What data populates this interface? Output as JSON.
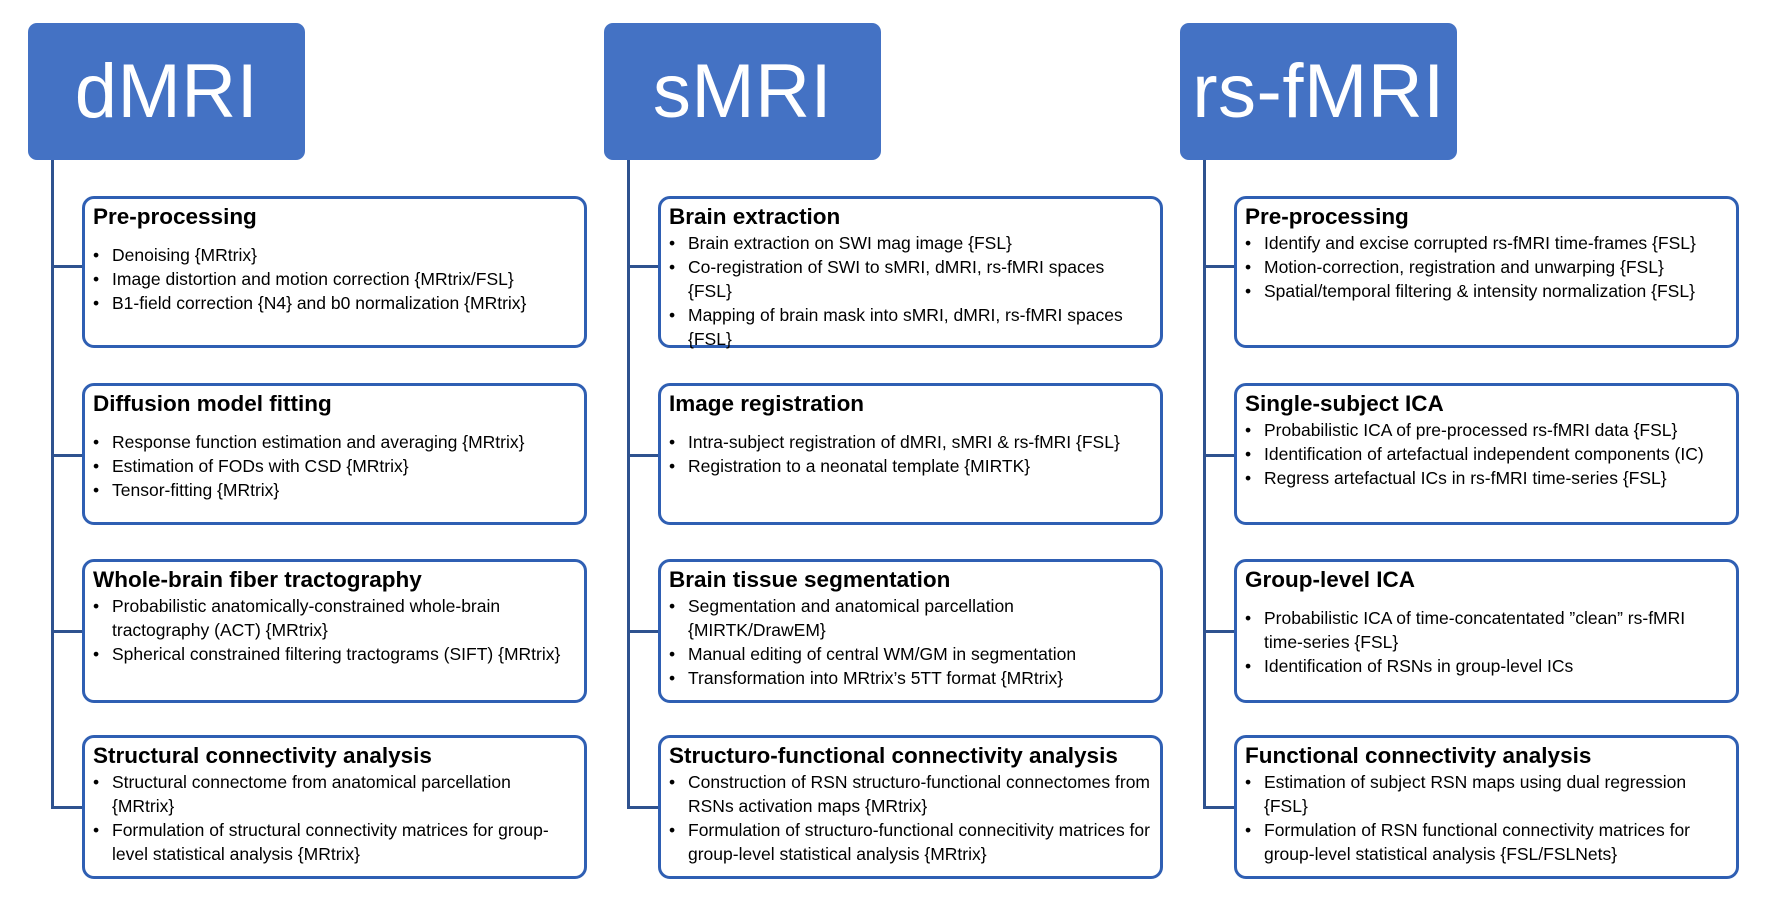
{
  "columns": [
    {
      "id": "dmri",
      "header": "dMRI",
      "boxes": [
        {
          "title": "Pre-processing",
          "items": [
            "Denoising {MRtrix}",
            "Image distortion and motion correction {MRtrix/FSL}",
            "B1-field correction {N4} and b0 normalization {MRtrix}"
          ]
        },
        {
          "title": "Diffusion model fitting",
          "items": [
            "Response function estimation and averaging {MRtrix}",
            "Estimation of FODs with CSD  {MRtrix}",
            "Tensor-fitting {MRtrix}"
          ]
        },
        {
          "title": "Whole-brain fiber tractography",
          "items": [
            "Probabilistic anatomically-constrained whole-brain tractography (ACT) {MRtrix}",
            "Spherical constrained filtering tractograms (SIFT) {MRtrix}"
          ]
        },
        {
          "title": "Structural connectivity analysis",
          "items": [
            "Structural connectome from anatomical parcellation {MRtrix}",
            "Formulation of structural connectivity matrices for group-level statistical analysis {MRtrix}"
          ]
        }
      ]
    },
    {
      "id": "smri",
      "header": "sMRI",
      "boxes": [
        {
          "title": "Brain extraction",
          "items": [
            "Brain extraction on SWI mag image {FSL}",
            "Co-registration of SWI to sMRI, dMRI, rs-fMRI spaces {FSL}",
            "Mapping of brain mask into sMRI, dMRI, rs-fMRI spaces  {FSL}"
          ]
        },
        {
          "title": "Image registration",
          "items": [
            "Intra-subject registration of dMRI, sMRI & rs-fMRI {FSL}",
            "Registration to a neonatal template {MIRTK}"
          ]
        },
        {
          "title": "Brain tissue segmentation",
          "items": [
            "Segmentation and anatomical parcellation {MIRTK/DrawEM}",
            "Manual editing of central WM/GM in segmentation",
            "Transformation into MRtrix’s 5TT format {MRtrix}"
          ]
        },
        {
          "title": "Structuro-functional connectivity analysis",
          "items": [
            "Construction of RSN structuro-functional connectomes from RSNs activation maps {MRtrix}",
            "Formulation of structuro-functional connecitivity matrices for group-level statistical analysis {MRtrix}"
          ]
        }
      ]
    },
    {
      "id": "fmri",
      "header": "rs-fMRI",
      "boxes": [
        {
          "title": "Pre-processing",
          "items": [
            "Identify and excise corrupted rs-fMRI time-frames {FSL}",
            "Motion-correction, registration and unwarping {FSL}",
            "Spatial/temporal filtering & intensity normalization {FSL}"
          ]
        },
        {
          "title": "Single-subject ICA",
          "items": [
            "Probabilistic ICA of pre-processed rs-fMRI data {FSL}",
            "Identification of artefactual independent components (IC)",
            "Regress artefactual ICs in rs-fMRI time-series {FSL}"
          ]
        },
        {
          "title": "Group-level ICA",
          "items": [
            "Probabilistic ICA of time-concatentated ”clean” rs-fMRI time-series {FSL}",
            "Identification of RSNs in group-level ICs"
          ]
        },
        {
          "title": "Functional connectivity analysis",
          "items": [
            "Estimation of subject RSN maps using dual regression {FSL}",
            "Formulation of RSN functional connectivity matrices for group-level statistical analysis  {FSL/FSLNets}"
          ]
        }
      ]
    }
  ]
}
